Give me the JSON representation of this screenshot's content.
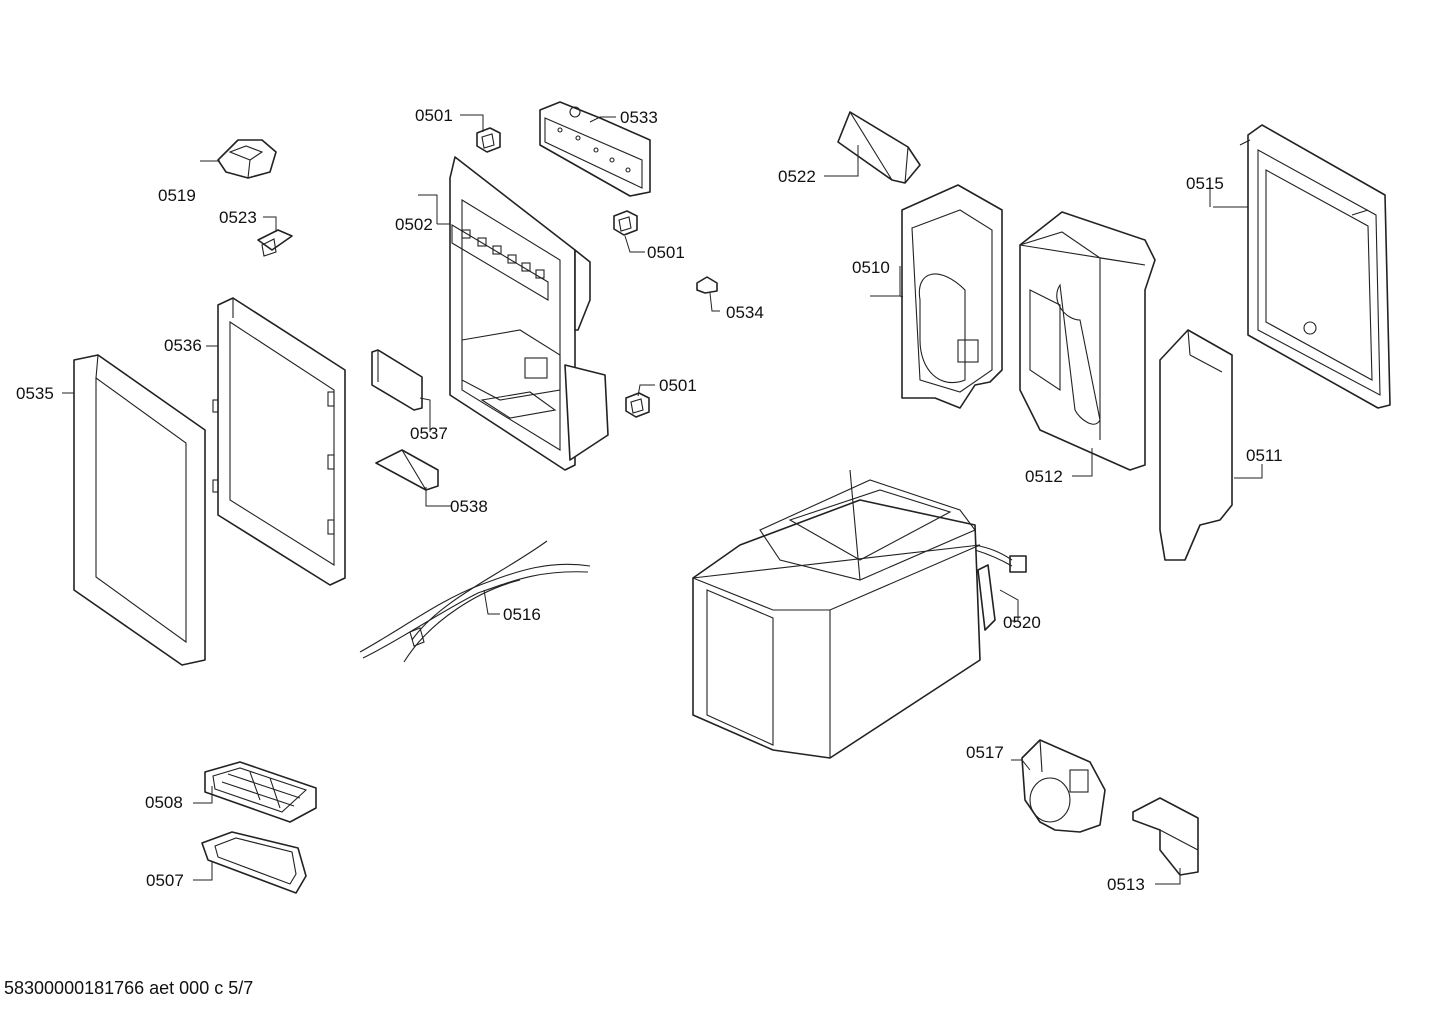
{
  "labels": {
    "p0501a": "0501",
    "p0501b": "0501",
    "p0501c": "0501",
    "p0502": "0502",
    "p0507": "0507",
    "p0508": "0508",
    "p0510": "0510",
    "p0511": "0511",
    "p0512": "0512",
    "p0513": "0513",
    "p0515": "0515",
    "p0516": "0516",
    "p0517": "0517",
    "p0519": "0519",
    "p0520": "0520",
    "p0522": "0522",
    "p0523": "0523",
    "p0533": "0533",
    "p0534": "0534",
    "p0535": "0535",
    "p0536": "0536",
    "p0537": "0537",
    "p0538": "0538"
  },
  "footer": "58300000181766 aet 000 c 5/7"
}
